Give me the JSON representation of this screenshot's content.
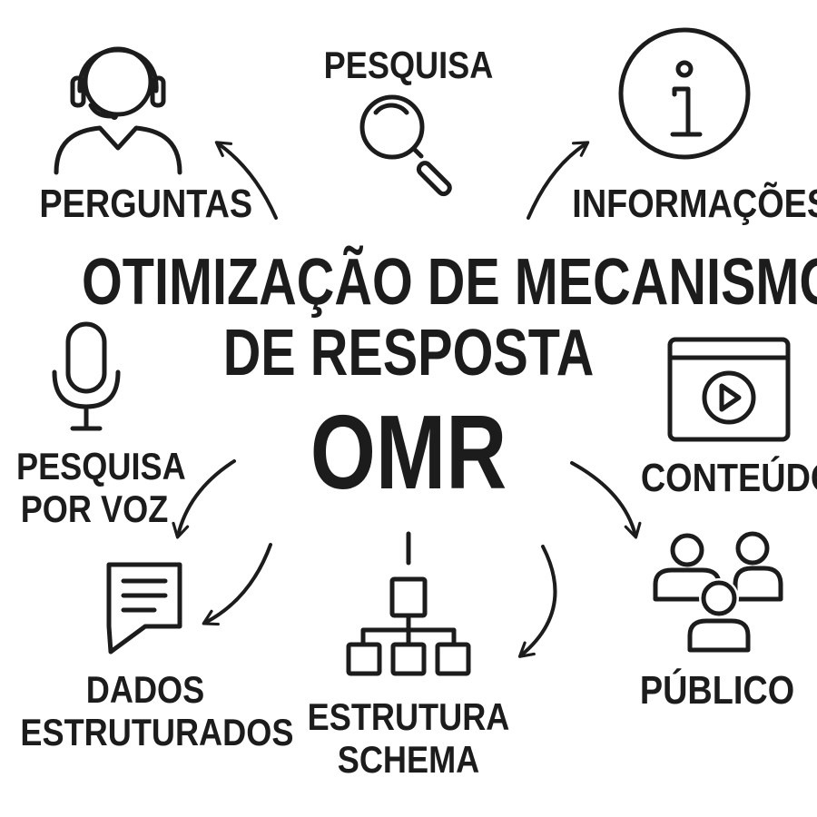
{
  "title": {
    "line1": "OTIMIZAÇÃO DE MECANISMO",
    "line2": "DE RESPOSTA",
    "acronym": "OMR"
  },
  "nodes": {
    "perguntas": {
      "label": "PERGUNTAS",
      "icon": "headset-user-icon"
    },
    "pesquisa": {
      "label": "PESQUISA",
      "icon": "magnifier-icon"
    },
    "informacoes": {
      "label": "INFORMAÇÕES",
      "icon": "info-circle-icon"
    },
    "pesquisa_voz": {
      "line1": "PESQUISA",
      "line2": "POR VOZ",
      "icon": "microphone-icon"
    },
    "conteudo": {
      "label": "CONTEÚDO",
      "icon": "video-player-icon"
    },
    "dados": {
      "line1": "DADOS",
      "line2": "ESTRUTURADOS",
      "icon": "chat-document-icon"
    },
    "estrutura": {
      "line1": "ESTRUTURA",
      "line2": "SCHEMA",
      "icon": "hierarchy-icon"
    },
    "publico": {
      "label": "PÚBLICO",
      "icon": "people-group-icon"
    }
  },
  "colors": {
    "ink": "#1c1c1c",
    "background": "#ffffff"
  }
}
